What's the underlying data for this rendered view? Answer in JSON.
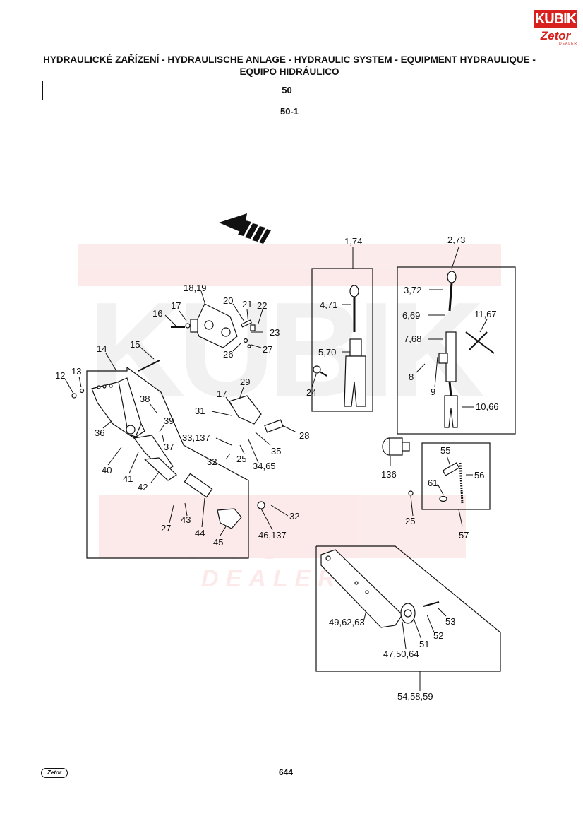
{
  "brand": {
    "kubik": "KUBIK",
    "zetor": "Zetor",
    "dealer": "DEALER",
    "watermark_main": "KUBIK",
    "watermark_zetor": "Zetor",
    "watermark_dealer": "DEALER"
  },
  "header": {
    "title_line1": "HYDRAULICKÉ ZAŘÍZENÍ - HYDRAULISCHE ANLAGE - HYDRAULIC SYSTEM - EQUIPMENT HYDRAULIQUE -",
    "title_line2": "EQUIPO HIDRÁULICO",
    "section": "50",
    "subsection": "50-1"
  },
  "callouts": {
    "c1": "1,74",
    "c2": "2,73",
    "c3": "18,19",
    "c4": "20",
    "c5": "21",
    "c6": "22",
    "c7": "17",
    "c8": "16",
    "c9": "23",
    "c10": "26",
    "c11": "27",
    "c12": "4,71",
    "c13": "3,72",
    "c14": "6,69",
    "c15": "11,67",
    "c16": "7,68",
    "c17": "5,70",
    "c18": "8",
    "c19": "9",
    "c20": "10,66",
    "c21": "24",
    "c22": "14",
    "c23": "15",
    "c24": "12",
    "c25": "13",
    "c26": "29",
    "c27": "17",
    "c28": "31",
    "c29": "38",
    "c30": "39",
    "c31": "28",
    "c32": "36",
    "c33": "37",
    "c34": "33,137",
    "c35": "35",
    "c36": "32",
    "c37": "25",
    "c38": "34,65",
    "c39": "40",
    "c40": "41",
    "c41": "42",
    "c42": "136",
    "c43": "55",
    "c44": "56",
    "c45": "61",
    "c46": "25",
    "c47": "57",
    "c48": "27",
    "c49": "43",
    "c50": "44",
    "c51": "45",
    "c52": "32",
    "c53": "46,137",
    "c54": "49,62,63",
    "c55": "53",
    "c56": "52",
    "c57": "51",
    "c58": "47,50,64",
    "c59": "54,58,59"
  },
  "footer": {
    "logo": "Zetor",
    "page": "644"
  }
}
